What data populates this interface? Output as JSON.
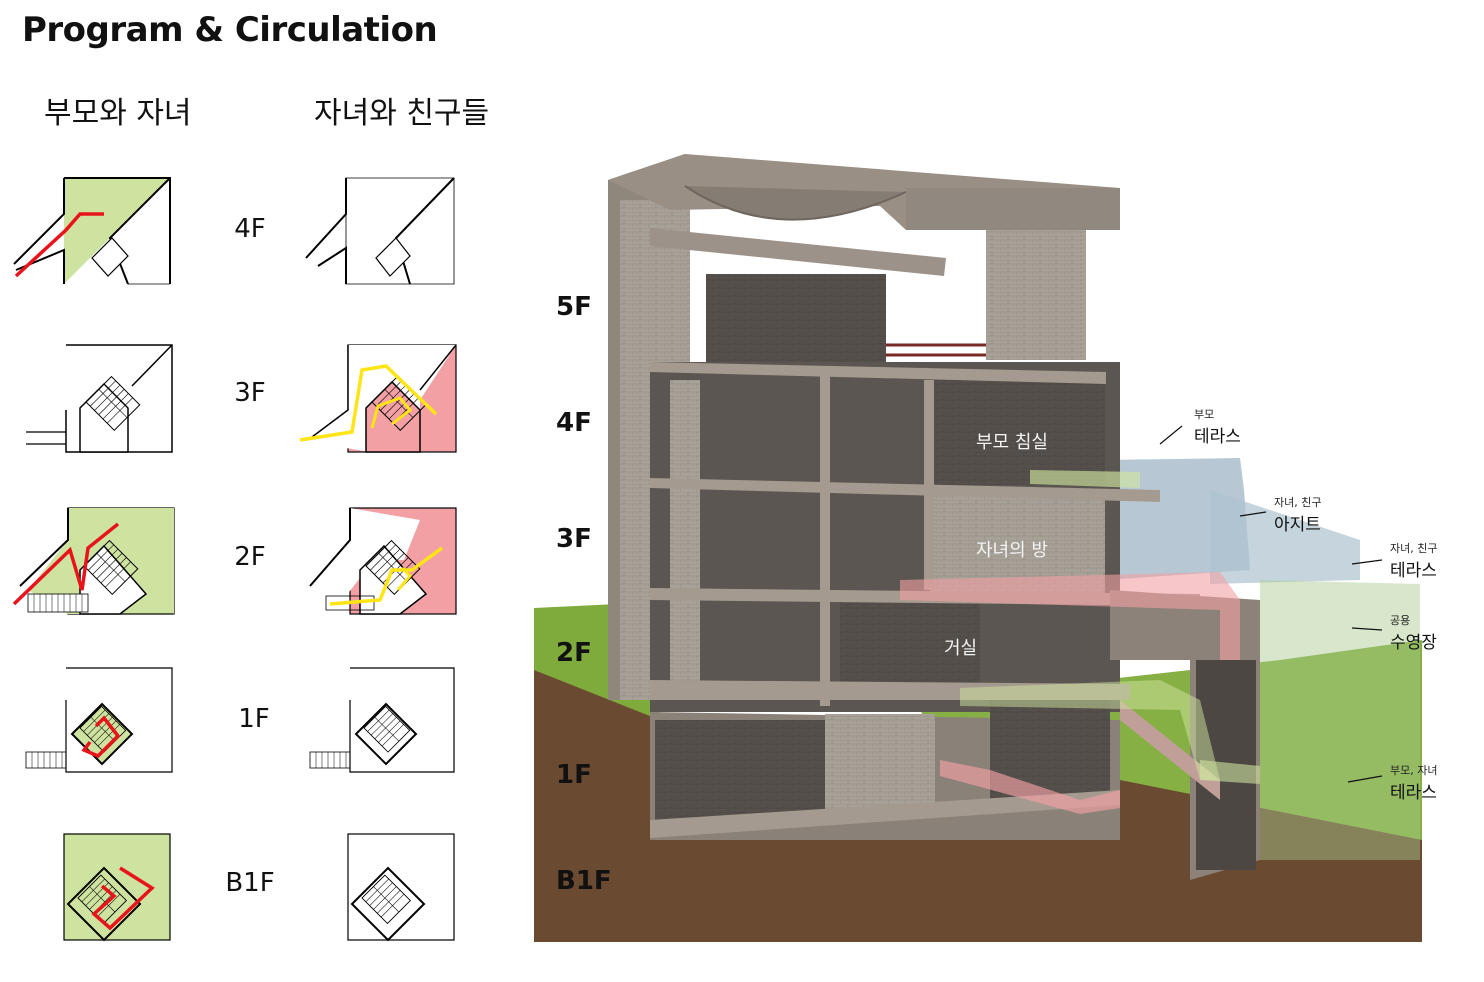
{
  "title": "Program & Circulation",
  "column_headers": {
    "left": "부모와 자녀",
    "right": "자녀와 친구들"
  },
  "plan_floors": [
    "4F",
    "3F",
    "2F",
    "1F",
    "B1F"
  ],
  "section_floors": [
    "5F",
    "4F",
    "3F",
    "2F",
    "1F",
    "B1F"
  ],
  "rooms": {
    "bedroom": "부모 침실",
    "kids_room": "자녀의 방",
    "living": "거실"
  },
  "callouts": [
    {
      "small": "부모",
      "big": "테라스"
    },
    {
      "small": "자녀, 친구",
      "big": "아지트"
    },
    {
      "small": "자녀, 친구",
      "big": "테라스"
    },
    {
      "small": "공용",
      "big": "수영장"
    },
    {
      "small": "부모, 자녀",
      "big": "테라스"
    }
  ],
  "colors": {
    "parents_zone": "#cfe3a0",
    "kids_zone": "#f2a0a4",
    "parents_path": "#e8141b",
    "kids_path": "#ffe416",
    "ground": "#6b4a32",
    "grass": "#7faa3c",
    "concrete": "#9a8f85"
  }
}
